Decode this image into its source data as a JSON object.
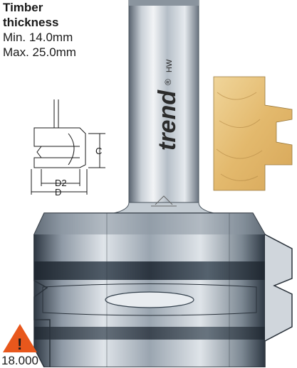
{
  "spec": {
    "heading_line1": "Timber",
    "heading_line2": "thickness",
    "min": "Min. 14.0mm",
    "max": "Max. 25.0mm"
  },
  "diagram": {
    "label_c": "C",
    "label_d2": "D2",
    "label_d": "D"
  },
  "shank": {
    "brand": "trend",
    "registered": "®",
    "grade": "HW"
  },
  "warning": {
    "symbol": "!",
    "rpm": "18.000"
  },
  "colors": {
    "steel_dark": "#3b4652",
    "steel_light": "#d9dee3",
    "wood": "#e6c07a",
    "warning": "#e8571c"
  }
}
